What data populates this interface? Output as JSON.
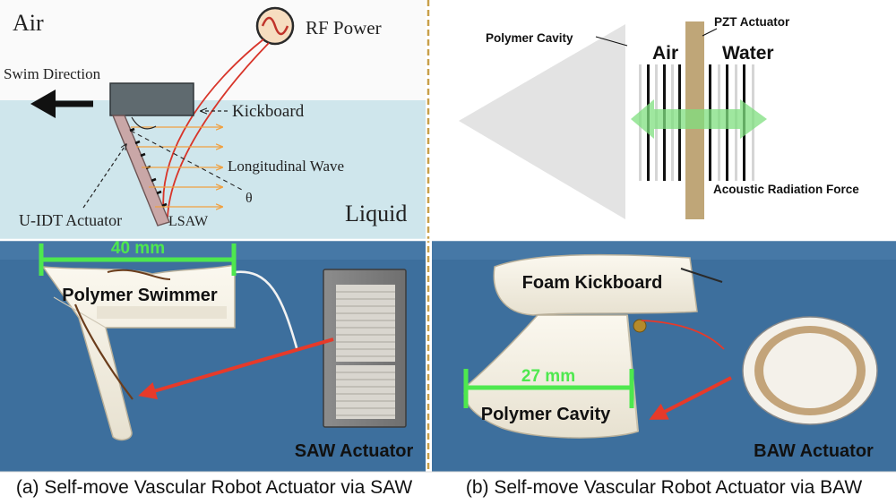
{
  "panel_a": {
    "diagram": {
      "air_label": "Air",
      "liquid_label": "Liquid",
      "rf_power_label": "RF Power",
      "swim_direction_label": "Swim Direction",
      "kickboard_label": "Kickboard",
      "longitudinal_wave_label": "Longitudinal Wave",
      "theta_label": "θ",
      "uidt_label": "U-IDT Actuator",
      "lsaw_label": "LSAW"
    },
    "photo": {
      "dimension_label": "40 mm",
      "swimmer_label": "Polymer Swimmer",
      "actuator_label": "SAW Actuator"
    },
    "caption": "(a) Self-move Vascular Robot Actuator via SAW"
  },
  "panel_b": {
    "diagram": {
      "polymer_cavity_label": "Polymer Cavity",
      "pzt_label": "PZT Actuator",
      "air_label": "Air",
      "water_label": "Water",
      "force_label": "Acoustic Radiation Force"
    },
    "photo": {
      "kickboard_label": "Foam Kickboard",
      "dimension_label": "27 mm",
      "cavity_label": "Polymer Cavity",
      "actuator_label": "BAW Actuator"
    },
    "caption": "(b) Self-move Vascular Robot Actuator via BAW"
  },
  "colors": {
    "liquid": "#cfe6ec",
    "photo_bg": "#3d6f9d",
    "dimension_green": "#4ee84e",
    "arrow_red": "#e63a2a",
    "wave_orange": "#f0a040",
    "radiation_green": "#7fe07f",
    "pzt_tan": "#bfa678",
    "kickboard_gray": "#5f6a6f",
    "divider": "#c8a04a"
  }
}
